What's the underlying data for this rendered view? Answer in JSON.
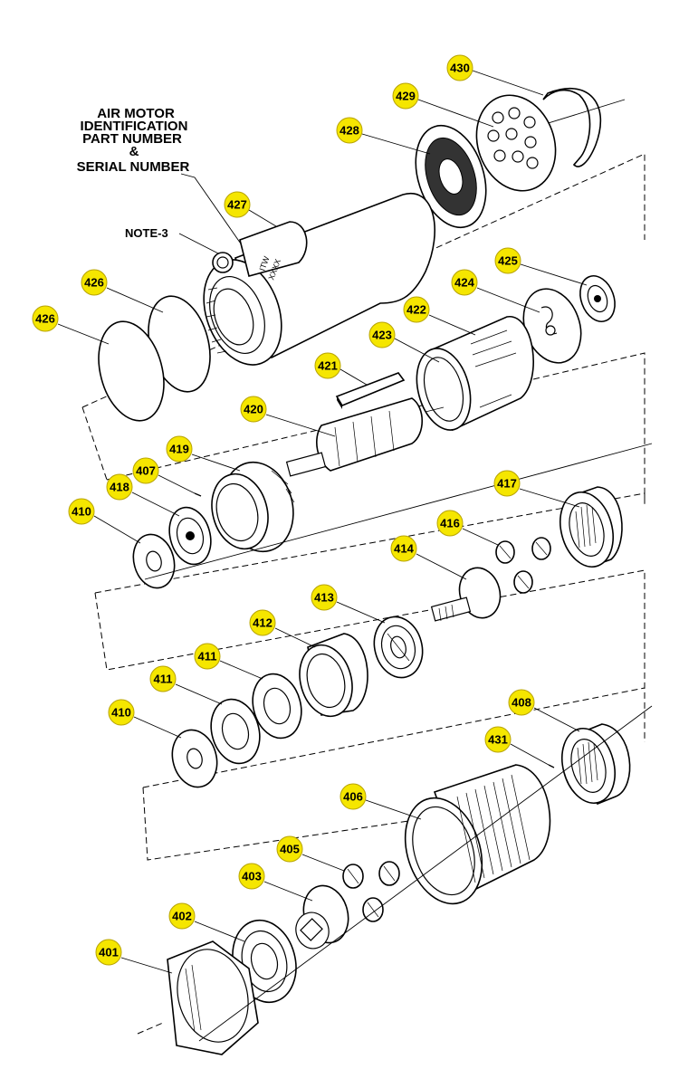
{
  "header_lines": [
    "AIR MOTOR",
    "IDENTIFICATION",
    "PART NUMBER",
    "&",
    "SERIAL NUMBER"
  ],
  "note_label": "NOTE-3",
  "housing_marking": [
    "ITW",
    "XXXX"
  ],
  "callouts": [
    "430",
    "429",
    "428",
    "427",
    "426",
    "426",
    "425",
    "424",
    "423",
    "422",
    "421",
    "420",
    "419",
    "418",
    "407",
    "417",
    "416",
    "410",
    "414",
    "413",
    "412",
    "411",
    "411",
    "410",
    "408",
    "431",
    "406",
    "405",
    "403",
    "402",
    "401"
  ],
  "colors": {
    "badge_fill": "#f5e600",
    "badge_stroke": "#b8a400",
    "line": "#000000",
    "background": "#ffffff"
  }
}
